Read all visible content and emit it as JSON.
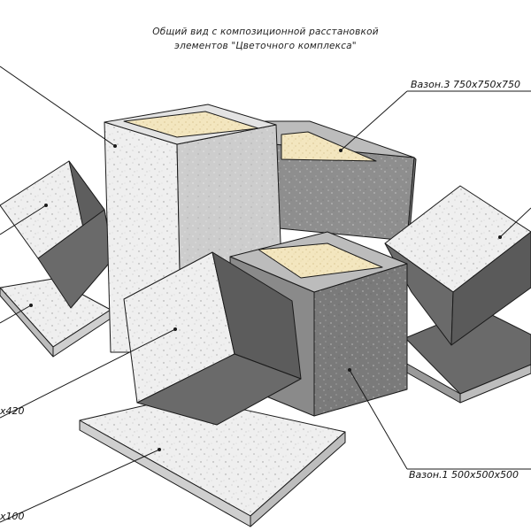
{
  "header": {
    "title_line1": "Общий вид с композиционной расстановкой",
    "title_line2": "элементов \"Цветочного комплекса\""
  },
  "callouts": {
    "vazon3": "Вазон.3  750x750x750",
    "vazon1": "Вазон.1  500x500x500",
    "left_mid": "x420",
    "left_bottom": "x100"
  },
  "colors": {
    "light_face": "#efefef",
    "mid_face": "#c9c9c9",
    "dark_face": "#8a8a8a",
    "darker_face": "#6f6f6f",
    "shadow": "#5e5e5e",
    "soil": "#f3e7c2",
    "outline": "#1a1a1a"
  }
}
